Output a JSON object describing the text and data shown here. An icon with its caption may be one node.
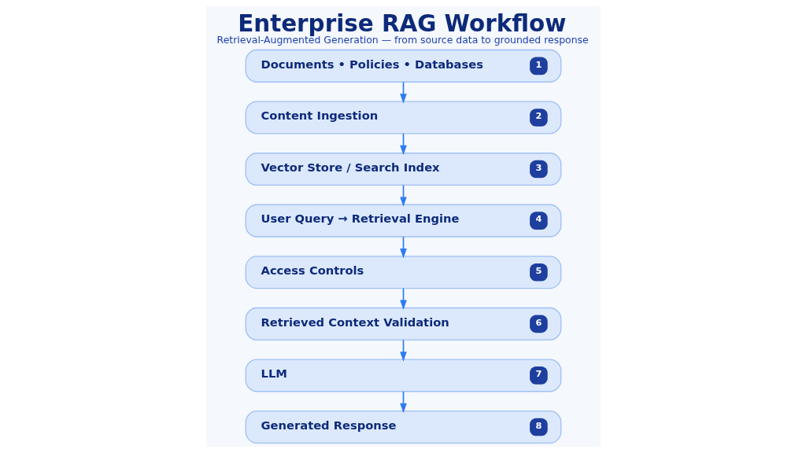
{
  "diagram": {
    "title": "Enterprise RAG Workflow",
    "caption": "Retrieval-Augmented Generation — from source data to grounded response",
    "nodes": [
      {
        "text": [
          "Documents • Policies • Databases",
          "1"
        ]
      },
      {
        "text": [
          "Content Ingestion",
          "2"
        ]
      },
      {
        "text": [
          "Vector Store / Search Index",
          "3"
        ]
      },
      {
        "text": [
          "User Query → Retrieval Engine",
          "4"
        ]
      },
      {
        "text": [
          "Access Controls",
          "5"
        ]
      },
      {
        "text": [
          "Retrieved Context Validation",
          "6"
        ]
      },
      {
        "text": [
          "LLM",
          "7"
        ]
      },
      {
        "text": [
          "Generated Response",
          "8"
        ]
      }
    ],
    "edges": [
      {
        "from": 0,
        "to": 1,
        "arrow": "to"
      },
      {
        "from": 1,
        "to": 2,
        "arrow": "to"
      },
      {
        "from": 2,
        "to": 3,
        "arrow": "to"
      },
      {
        "from": 3,
        "to": 4,
        "arrow": "to"
      },
      {
        "from": 4,
        "to": 5,
        "arrow": "to"
      },
      {
        "from": 5,
        "to": 6,
        "arrow": "to"
      },
      {
        "from": 6,
        "to": 7,
        "arrow": "to"
      }
    ]
  }
}
